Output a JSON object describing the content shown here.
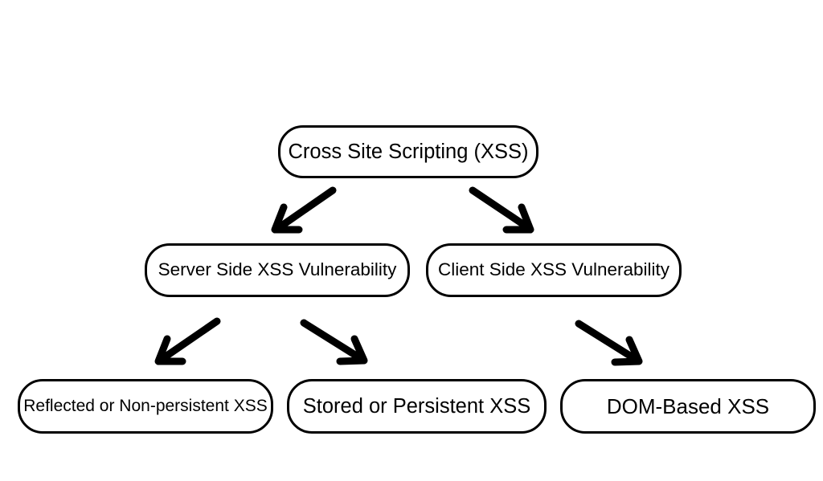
{
  "diagram": {
    "background_color": "#ffffff",
    "ink_color": "#000000",
    "nodes": [
      {
        "id": "xss",
        "label": "Cross Site Scripting (XSS)"
      },
      {
        "id": "server",
        "label": "Server Side XSS Vulnerability"
      },
      {
        "id": "client",
        "label": "Client Side XSS Vulnerability"
      },
      {
        "id": "reflected",
        "label": "Reflected or Non-persistent XSS"
      },
      {
        "id": "stored",
        "label": "Stored or Persistent XSS"
      },
      {
        "id": "dom",
        "label": "DOM-Based XSS"
      }
    ],
    "edges": [
      {
        "from": "xss",
        "to": "server"
      },
      {
        "from": "xss",
        "to": "client"
      },
      {
        "from": "server",
        "to": "reflected"
      },
      {
        "from": "server",
        "to": "stored"
      },
      {
        "from": "client",
        "to": "dom"
      }
    ]
  }
}
